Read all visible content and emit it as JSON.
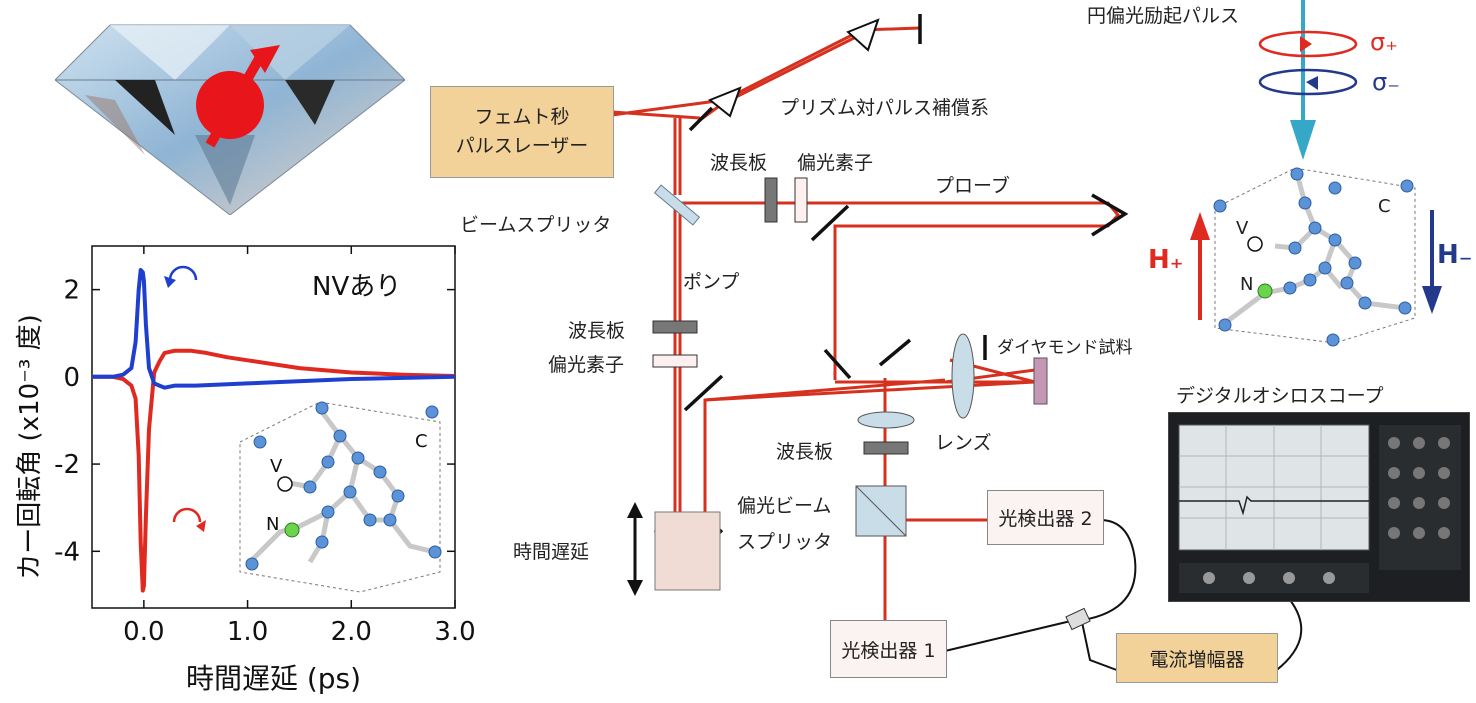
{
  "chart_data": {
    "type": "line",
    "title": "",
    "annotation": "NVあり",
    "xlabel": "時間遅延 (ps)",
    "ylabel": "カー回転角 (x10⁻³ 度)",
    "xlim": [
      -0.5,
      3.0
    ],
    "ylim": [
      -5.3,
      3.0
    ],
    "xticks": [
      "0.0",
      "1.0",
      "2.0",
      "3.0"
    ],
    "yticks": [
      "2",
      "0",
      "-2",
      "-4"
    ],
    "xtick_values": [
      0,
      1,
      2,
      3
    ],
    "ytick_values": [
      2,
      0,
      -2,
      -4
    ],
    "inset_labels": {
      "v": "V",
      "n": "N",
      "c": "C"
    },
    "series": [
      {
        "color": "#e02a20",
        "x": [
          -0.5,
          -0.3,
          -0.2,
          -0.12,
          -0.08,
          -0.05,
          -0.03,
          -0.01,
          0.0,
          0.02,
          0.05,
          0.1,
          0.15,
          0.2,
          0.3,
          0.45,
          0.6,
          0.8,
          1.0,
          1.5,
          2.0,
          2.5,
          3.0
        ],
        "y": [
          0,
          0,
          -0.05,
          -0.2,
          -0.5,
          -1.8,
          -3.8,
          -4.9,
          -4.8,
          -3.2,
          -1.2,
          0.1,
          0.35,
          0.55,
          0.6,
          0.6,
          0.55,
          0.45,
          0.38,
          0.2,
          0.1,
          0.05,
          0.02
        ]
      },
      {
        "color": "#1f3fd0",
        "x": [
          -0.5,
          -0.3,
          -0.2,
          -0.12,
          -0.08,
          -0.05,
          -0.03,
          -0.01,
          0.0,
          0.02,
          0.05,
          0.1,
          0.15,
          0.2,
          0.3,
          0.5,
          1.0,
          2.0,
          3.0
        ],
        "y": [
          0,
          0,
          0.05,
          0.2,
          0.8,
          2.0,
          2.45,
          2.4,
          2.2,
          1.2,
          0.2,
          -0.15,
          -0.2,
          -0.25,
          -0.2,
          -0.2,
          -0.15,
          -0.05,
          0
        ]
      }
    ]
  },
  "diagram": {
    "laser": "フェムト秒\nパルスレーザー",
    "prism": "プリズム対パルス補償系",
    "splitter": "ビームスプリッタ",
    "waveplate1": "波長板",
    "polarizer1": "偏光素子",
    "probe": "プローブ",
    "pump": "ポンプ",
    "waveplate2": "波長板",
    "polarizer2": "偏光素子",
    "sample": "ダイヤモンド試料",
    "lens": "レンズ",
    "waveplate3": "波長板",
    "pbs": "偏光ビーム\nスプリッタ",
    "delay": "時間遅延",
    "det1": "光検出器 1",
    "det2": "光検出器 2",
    "amp": "電流増幅器",
    "osc": "デジタルオシロスコープ",
    "excitation": "円偏光励起パルス",
    "sigma_plus": "σ₊",
    "sigma_minus": "σ₋",
    "h_plus": "H₊",
    "h_minus": "H₋",
    "v": "V",
    "n": "N",
    "c": "C"
  },
  "colors": {
    "beam": "#d6301f",
    "blue": "#1f3fd0",
    "red": "#e02a20",
    "laser_box": "#f3d29a",
    "cyan": "#35a8c8",
    "navy": "#233a8c"
  }
}
